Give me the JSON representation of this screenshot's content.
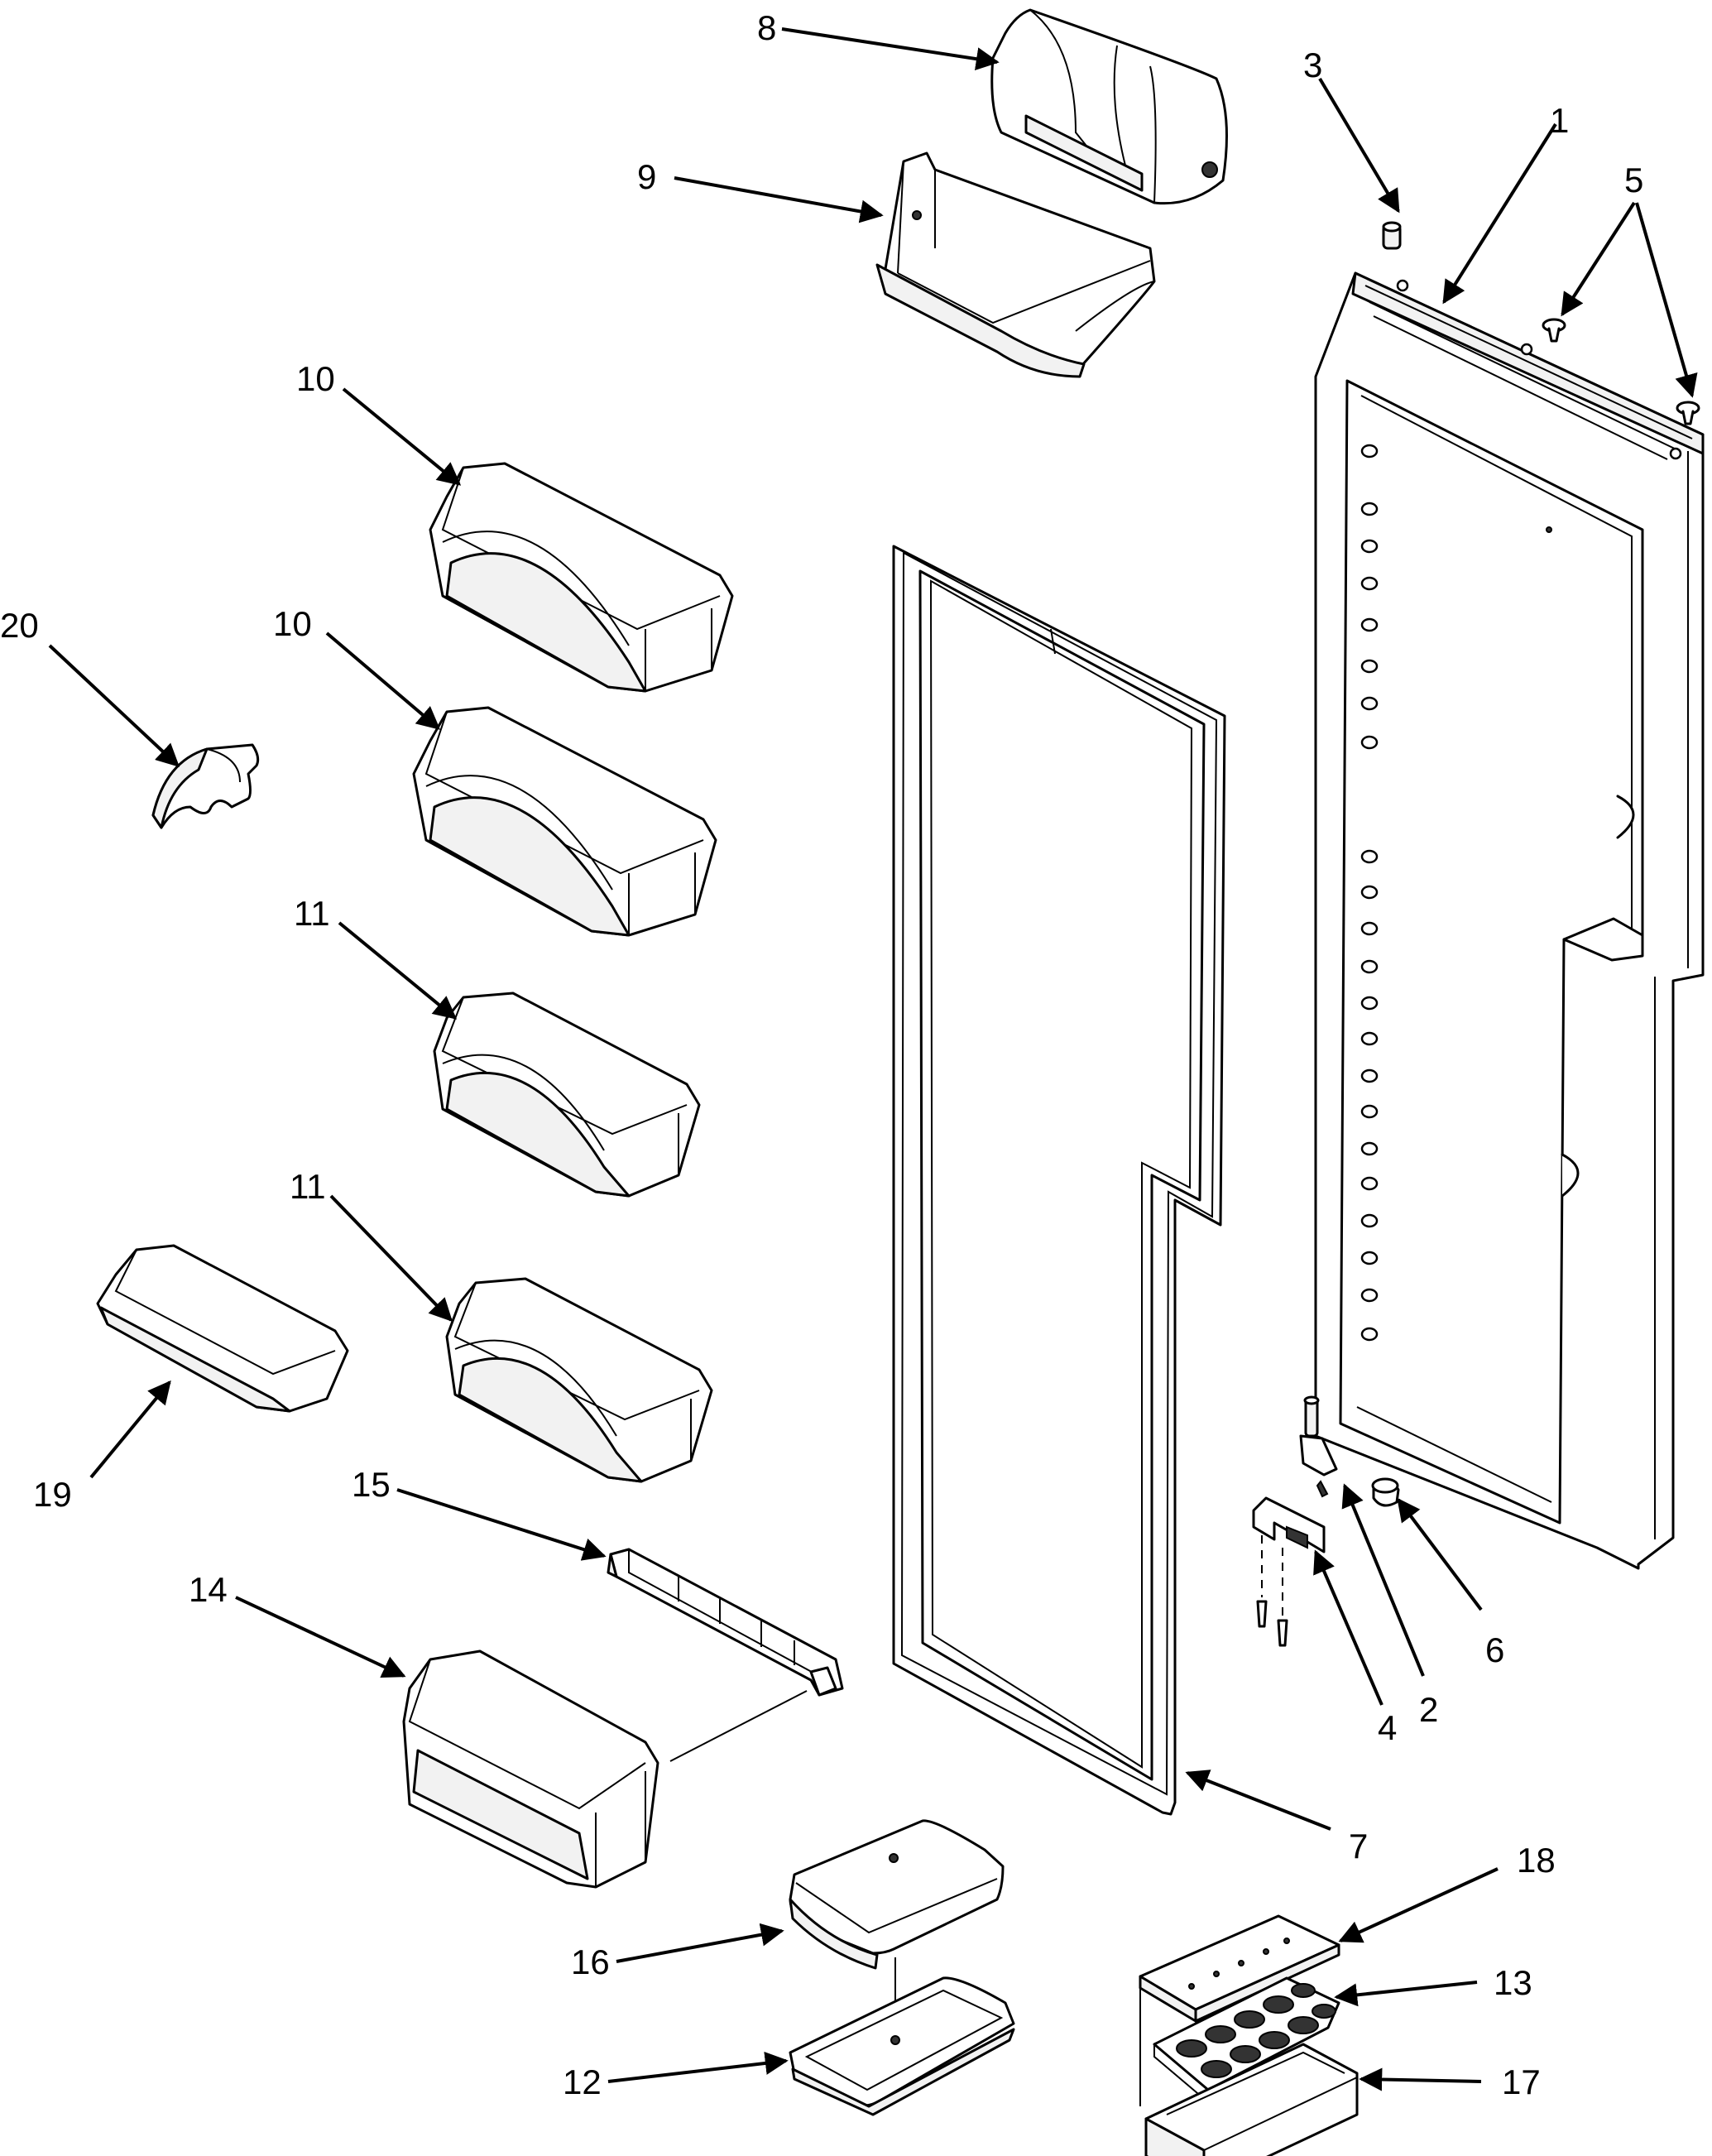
{
  "diagram": {
    "callouts": [
      {
        "id": "c1",
        "label": "1"
      },
      {
        "id": "c2",
        "label": "2"
      },
      {
        "id": "c3",
        "label": "3"
      },
      {
        "id": "c4",
        "label": "4"
      },
      {
        "id": "c5",
        "label": "5"
      },
      {
        "id": "c6",
        "label": "6"
      },
      {
        "id": "c7",
        "label": "7"
      },
      {
        "id": "c8",
        "label": "8"
      },
      {
        "id": "c9",
        "label": "9"
      },
      {
        "id": "c10a",
        "label": "10"
      },
      {
        "id": "c10b",
        "label": "10"
      },
      {
        "id": "c11a",
        "label": "11"
      },
      {
        "id": "c11b",
        "label": "11"
      },
      {
        "id": "c12",
        "label": "12"
      },
      {
        "id": "c13",
        "label": "13"
      },
      {
        "id": "c14",
        "label": "14"
      },
      {
        "id": "c15",
        "label": "15"
      },
      {
        "id": "c16",
        "label": "16"
      },
      {
        "id": "c17",
        "label": "17"
      },
      {
        "id": "c18",
        "label": "18"
      },
      {
        "id": "c19",
        "label": "19"
      },
      {
        "id": "c20",
        "label": "20"
      }
    ],
    "colors": {
      "line": "#000000",
      "background": "#ffffff",
      "shade": "#f2f2f2"
    }
  }
}
